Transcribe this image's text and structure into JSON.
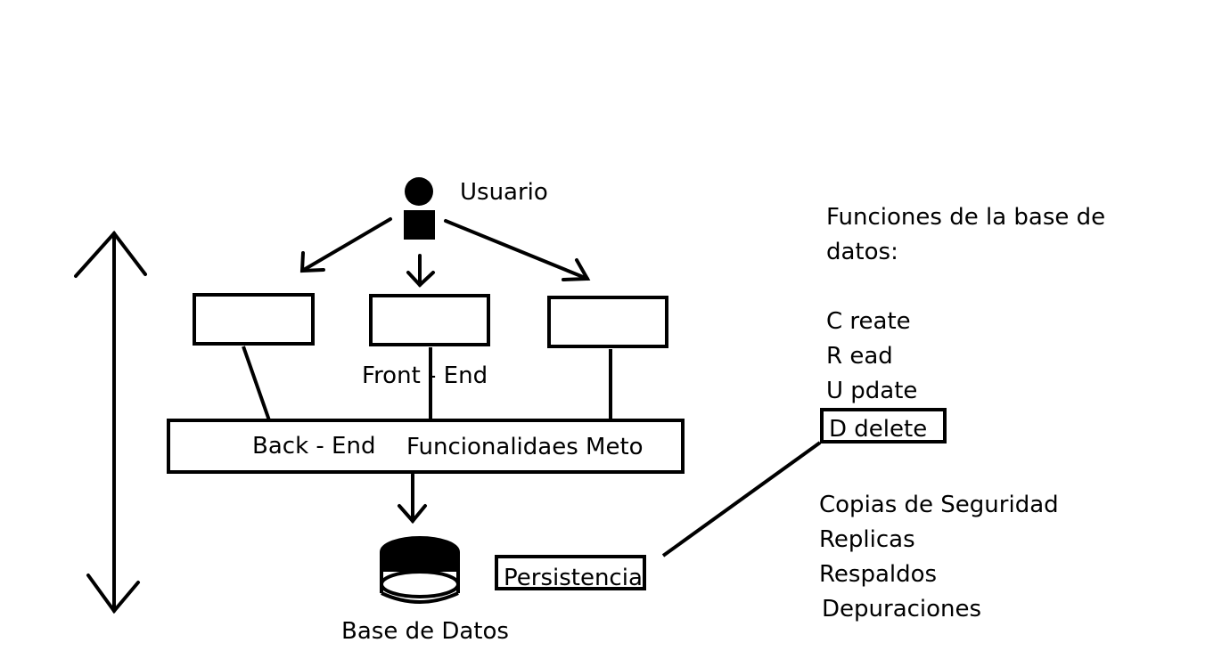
{
  "labels": {
    "usuario": "Usuario",
    "front_end": "Front - End",
    "back_end": "Back - End",
    "funcionalidades": "Funcionalidaes Meto",
    "base_de_datos": "Base de Datos",
    "persistencia": "Persistencia"
  },
  "funciones": {
    "title_line1": "Funciones de la base de",
    "title_line2": "datos:",
    "crud": [
      "C reate",
      "R ead",
      "U pdate",
      "D delete"
    ]
  },
  "extras": [
    "Copias de Seguridad",
    "Replicas",
    "Respaldos",
    "Depuraciones"
  ],
  "colors": {
    "stroke": "#000000",
    "background": "#ffffff"
  }
}
